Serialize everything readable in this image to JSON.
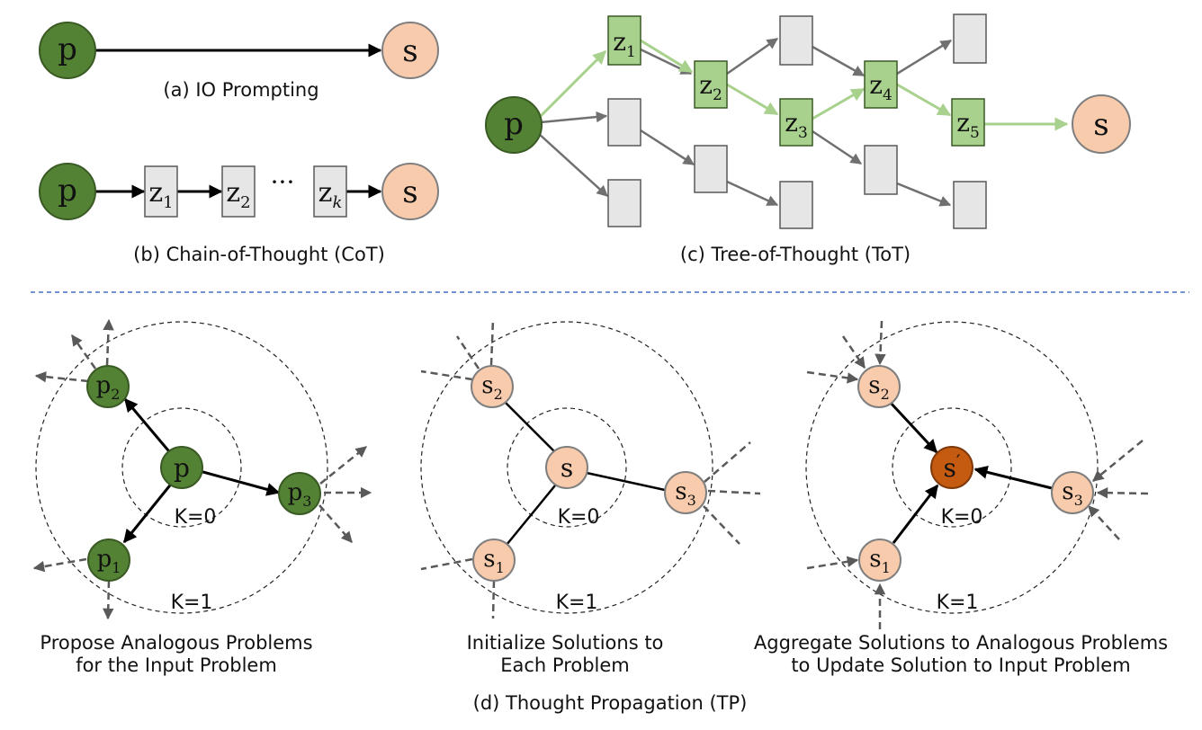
{
  "nodes": {
    "p": "p",
    "s": "s",
    "z": "z",
    "z_sub_1": "1",
    "z_sub_2": "2",
    "z_sub_3": "3",
    "z_sub_4": "4",
    "z_sub_5": "5",
    "z_sub_k": "k",
    "ellipsis": "···",
    "p_sub_1": "1",
    "p_sub_2": "2",
    "p_sub_3": "3",
    "s_sub_1": "1",
    "s_sub_2": "2",
    "s_sub_3": "3",
    "s_prime": "′"
  },
  "captions": {
    "a": "(a) IO Prompting",
    "b": "(b) Chain-of-Thought (CoT)",
    "c": "(c) Tree-of-Thought (ToT)",
    "d": "(d) Thought Propagation (TP)",
    "d1_line1": "Propose Analogous Problems",
    "d1_line2": "for the Input Problem",
    "d2_line1": "Initialize Solutions to",
    "d2_line2": "Each Problem",
    "d3_line1": "Aggregate Solutions to Analogous Problems",
    "d3_line2": "to Update Solution to Input Problem"
  },
  "ring_labels": {
    "k0": "K=0",
    "k1": "K=1"
  },
  "colors": {
    "problem_node": "#548235",
    "solution_node": "#F8CBAD",
    "updated_solution_node": "#C55A11",
    "thought_box": "#E7E6E6",
    "selected_thought_box": "#A9D18E",
    "selected_path": "#A9D18E",
    "arrow": "#000000",
    "tree_arrow": "#707070",
    "dashed_arrow": "#595959",
    "separator": "#4472C4"
  }
}
